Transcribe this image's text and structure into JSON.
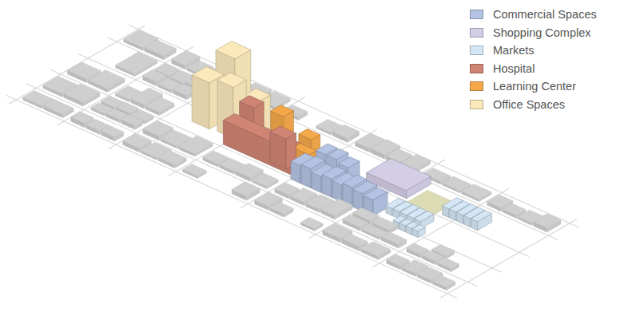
{
  "diagram": {
    "legend": [
      {
        "text": "Commercial Spaces",
        "color": "#b4c3e3"
      },
      {
        "text": "Shopping Complex",
        "color": "#d3cde6"
      },
      {
        "text": "Markets",
        "color": "#d5e7f6"
      },
      {
        "text": "Hospital",
        "color": "#cf8474"
      },
      {
        "text": "Learning Center",
        "color": "#f4a84a"
      },
      {
        "text": "Office Spaces",
        "color": "#fbe8bb"
      }
    ]
  }
}
